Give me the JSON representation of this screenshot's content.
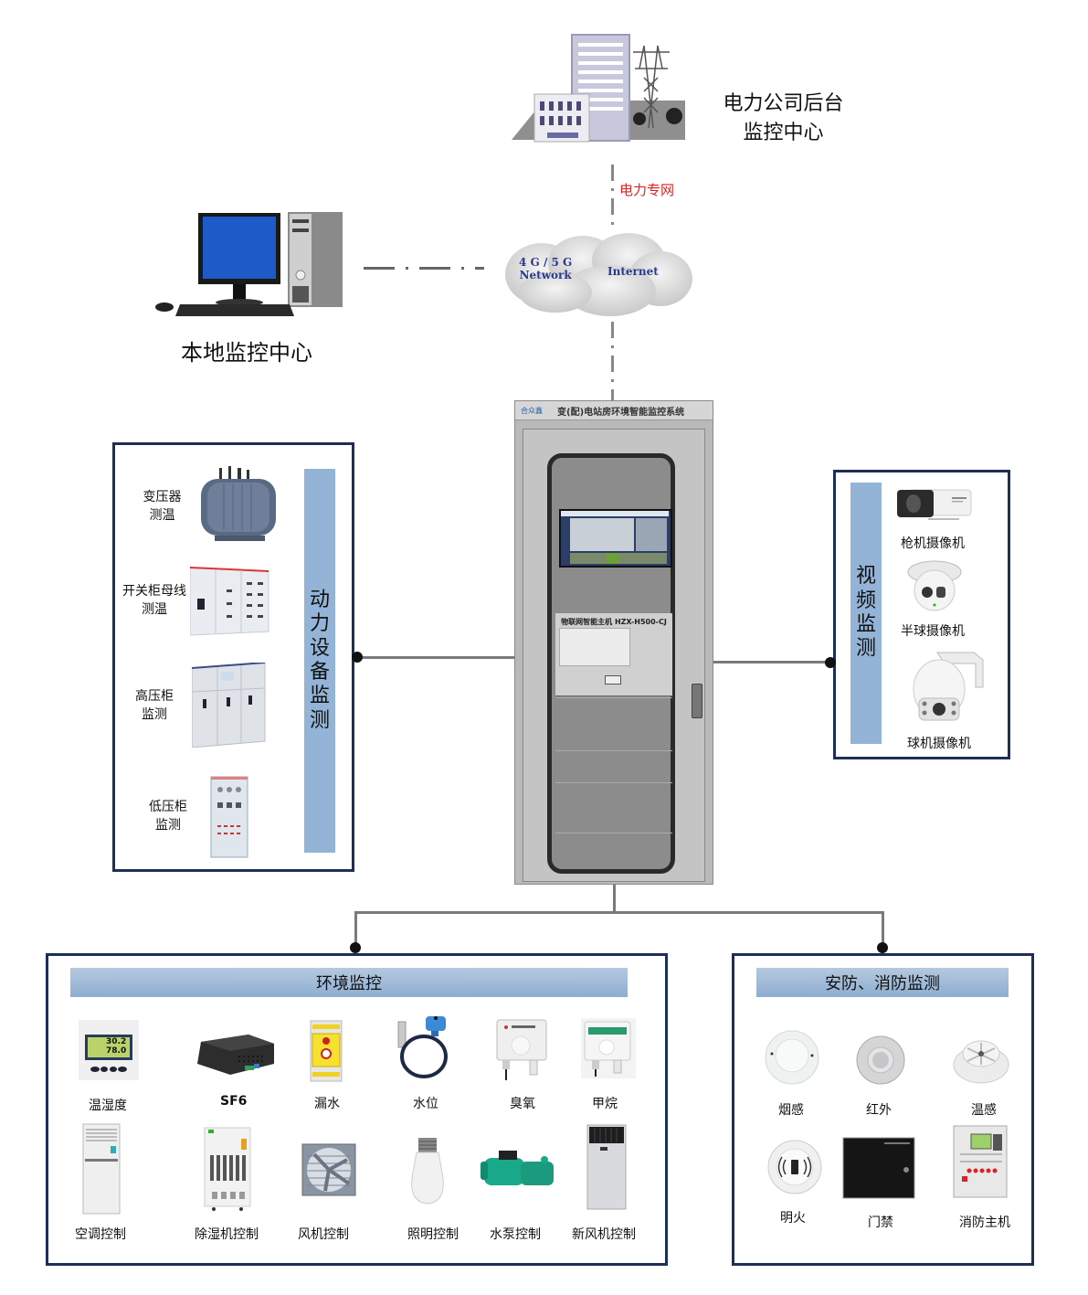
{
  "top": {
    "company_center_line1": "电力公司后台",
    "company_center_line2": "监控中心",
    "private_network_label": "电力专网",
    "private_network_color": "#e02020"
  },
  "cloud": {
    "label_left_line1": "4 G / 5 G",
    "label_left_line2": "Network",
    "label_right": "Internet"
  },
  "local": {
    "label": "本地监控中心"
  },
  "cabinet": {
    "header_title": "变(配)电站房环境智能监控系统",
    "brand": "合众鑫",
    "host_label": "物联网智能主机 HZX-H500-CJ"
  },
  "power_panel": {
    "title_chars": [
      "动",
      "力",
      "设",
      "备",
      "监",
      "测"
    ],
    "items": [
      {
        "line1": "变压器",
        "line2": "测温",
        "icon": "transformer-icon"
      },
      {
        "line1": "开关柜母线",
        "line2": "测温",
        "icon": "switchgear-icon"
      },
      {
        "line1": "高压柜",
        "line2": "监测",
        "icon": "high-voltage-cabinet-icon"
      },
      {
        "line1": "低压柜",
        "line2": "监测",
        "icon": "low-voltage-cabinet-icon"
      }
    ]
  },
  "video_panel": {
    "title_chars": [
      "视",
      "频",
      "监",
      "测"
    ],
    "items": [
      {
        "label": "枪机摄像机",
        "icon": "bullet-camera-icon"
      },
      {
        "label": "半球摄像机",
        "icon": "dome-camera-icon"
      },
      {
        "label": "球机摄像机",
        "icon": "ptz-camera-icon"
      }
    ]
  },
  "env_panel": {
    "title": "环境监控",
    "row1": [
      {
        "label": "温湿度",
        "icon": "thermo-hygrometer-icon",
        "reading1": "30.2",
        "reading2": "78.0"
      },
      {
        "label": "SF6",
        "icon": "sf6-sensor-icon"
      },
      {
        "label": "漏水",
        "icon": "water-leak-sensor-icon"
      },
      {
        "label": "水位",
        "icon": "water-level-sensor-icon"
      },
      {
        "label": "臭氧",
        "icon": "ozone-sensor-icon"
      },
      {
        "label": "甲烷",
        "icon": "methane-sensor-icon"
      }
    ],
    "row2": [
      {
        "label": "空调控制",
        "icon": "air-conditioner-icon"
      },
      {
        "label": "除湿机控制",
        "icon": "dehumidifier-icon"
      },
      {
        "label": "风机控制",
        "icon": "exhaust-fan-icon"
      },
      {
        "label": "照明控制",
        "icon": "light-bulb-icon"
      },
      {
        "label": "水泵控制",
        "icon": "water-pump-icon"
      },
      {
        "label": "新风机控制",
        "icon": "fresh-air-unit-icon"
      }
    ]
  },
  "security_panel": {
    "title": "安防、消防监测",
    "row1": [
      {
        "label": "烟感",
        "icon": "smoke-detector-icon"
      },
      {
        "label": "红外",
        "icon": "infrared-detector-icon"
      },
      {
        "label": "温感",
        "icon": "heat-detector-icon"
      }
    ],
    "row2": [
      {
        "label": "明火",
        "icon": "flame-detector-icon"
      },
      {
        "label": "门禁",
        "icon": "access-control-icon"
      },
      {
        "label": "消防主机",
        "icon": "fire-alarm-panel-icon"
      }
    ]
  }
}
